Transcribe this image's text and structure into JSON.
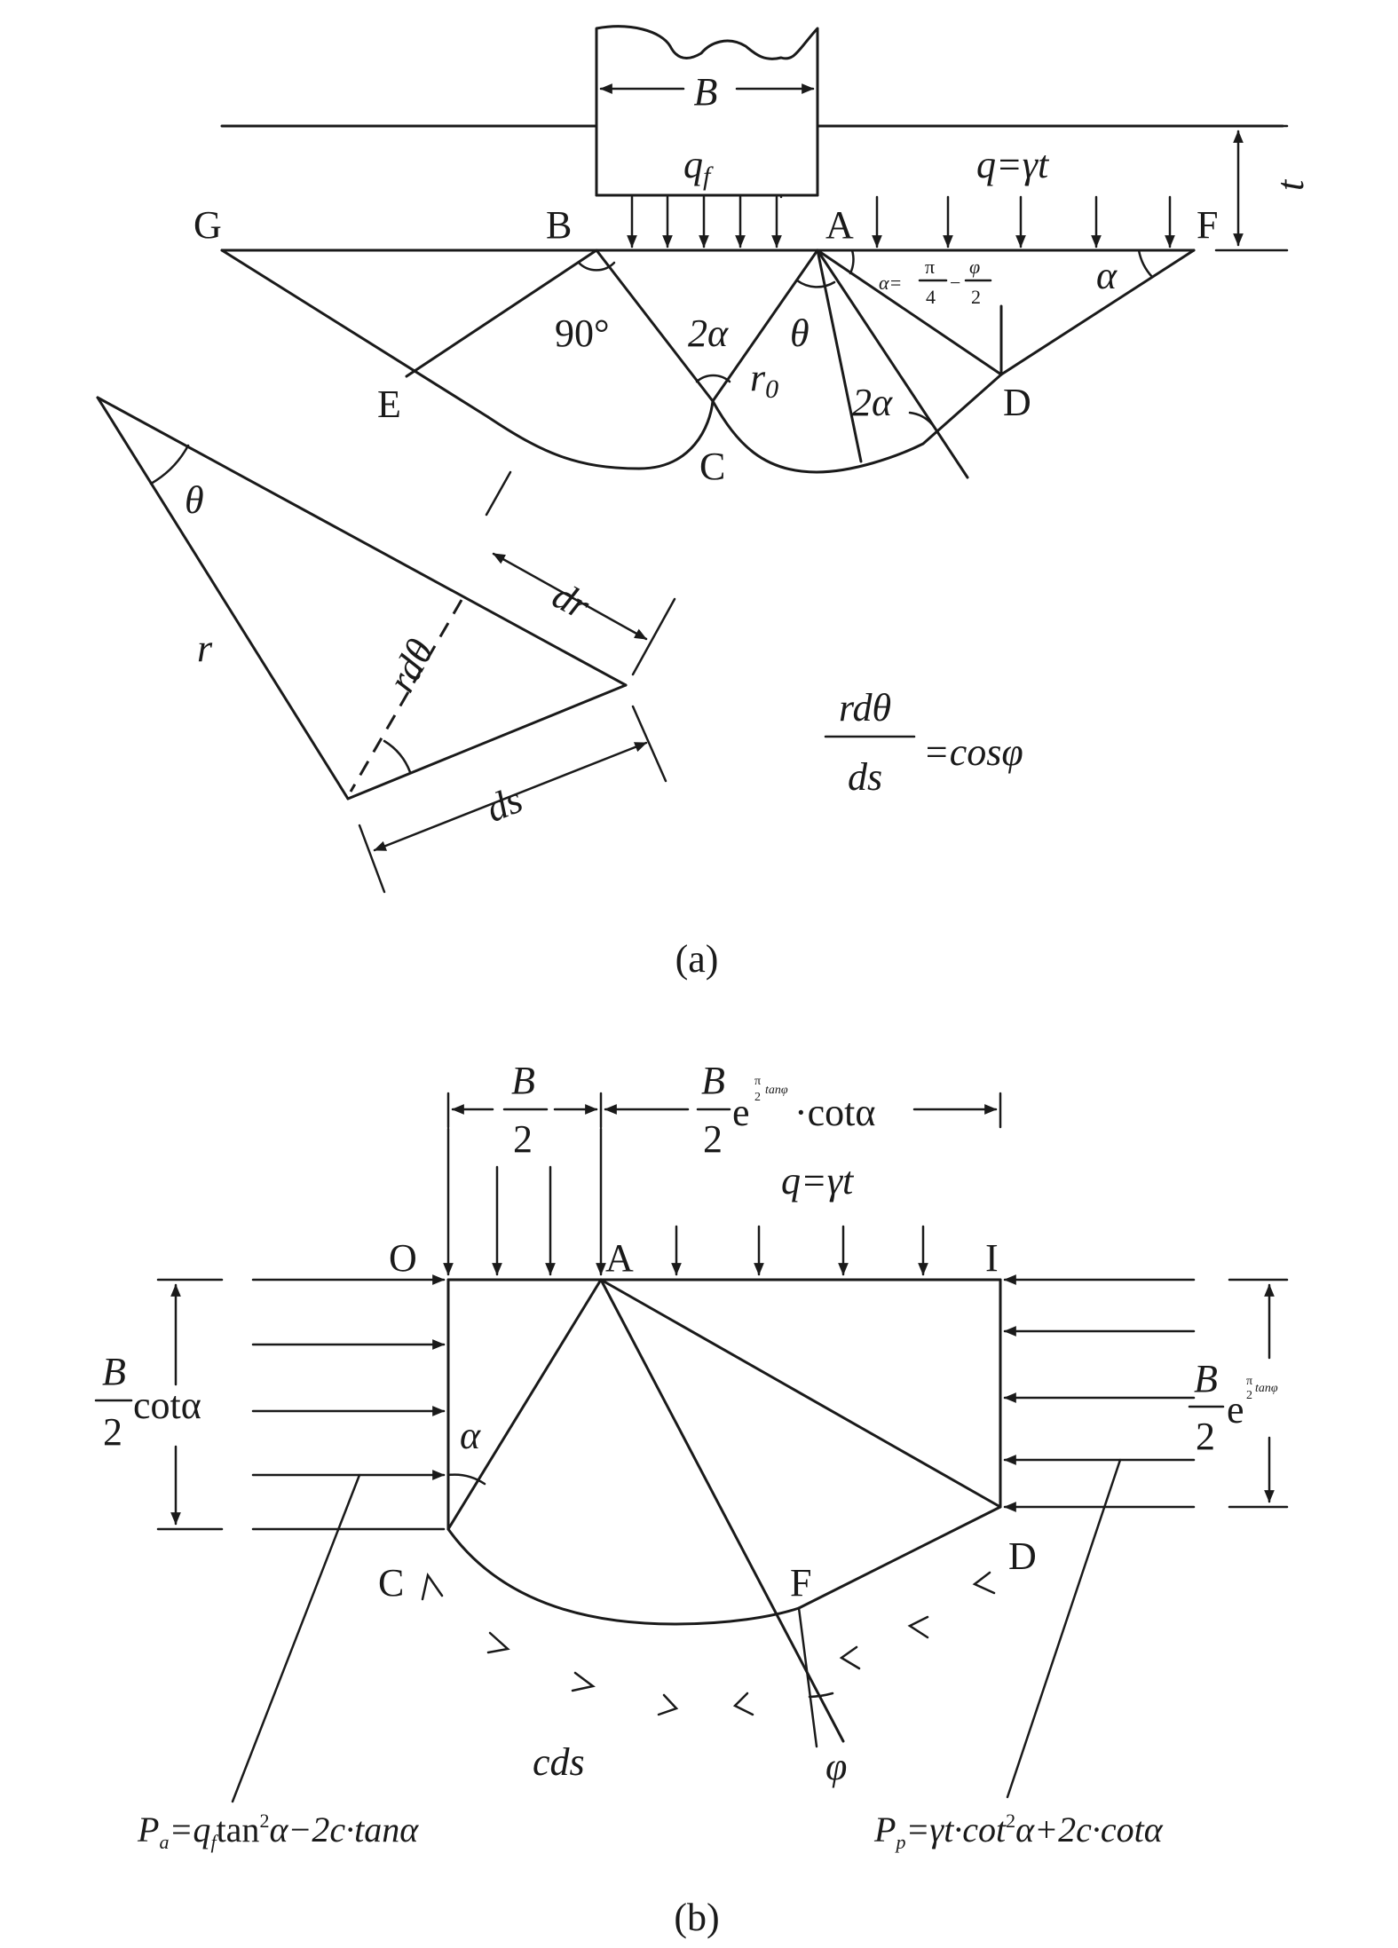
{
  "figure_a": {
    "label_B": "B",
    "label_t": "t",
    "label_qf_main": "q",
    "label_qf_sub": "f",
    "label_q": "q=γt",
    "points": {
      "G": "G",
      "B": "B",
      "A": "A",
      "F": "F",
      "E": "E",
      "C": "C",
      "D": "D"
    },
    "angle_90": "90°",
    "angle_2alpha": "2α",
    "angle_theta": "θ",
    "angle_alpha": "α",
    "r0_main": "r",
    "r0_sub": "0",
    "alpha_def_prefix": "α=",
    "alpha_def_pi": "π",
    "alpha_def_four": "4",
    "alpha_def_minus": "−",
    "alpha_def_phi": "φ",
    "alpha_def_two": "2",
    "element": {
      "theta": "θ",
      "r": "r",
      "rdtheta": "rdθ",
      "dr": "dr",
      "ds": "ds"
    },
    "formula_num": "rdθ",
    "formula_den": "ds",
    "formula_rhs": "=cosφ",
    "caption": "(a)"
  },
  "figure_b": {
    "dim_top_left_num": "B",
    "dim_top_left_den": "2",
    "dim_top_right_num": "B",
    "dim_top_right_den": "2",
    "dim_top_right_e": "e",
    "dim_top_right_exp_pi": "π",
    "dim_top_right_exp_two": "2",
    "dim_top_right_exp_tan": "tanφ",
    "dim_top_right_rest": "·cotα",
    "label_q": "q=γt",
    "points": {
      "O": "O",
      "A": "A",
      "I": "I",
      "C": "C",
      "F": "F",
      "D": "D"
    },
    "dim_left_num": "B",
    "dim_left_den": "2",
    "dim_left_rest": "cotα",
    "dim_right_num": "B",
    "dim_right_den": "2",
    "dim_right_e": "e",
    "dim_right_exp_pi": "π",
    "dim_right_exp_two": "2",
    "dim_right_exp_tan": "tanφ",
    "angle_alpha": "α",
    "angle_phi": "φ",
    "label_cds": "cds",
    "pa_P": "P",
    "pa_sub": "a",
    "pa_eq": "=q",
    "pa_qsub": "f",
    "pa_tan": "tan",
    "pa_sq": "2",
    "pa_rest": "α−2c·tanα",
    "pp_P": "P",
    "pp_sub": "p",
    "pp_eq": "=γt·cot",
    "pp_sq": "2",
    "pp_rest": "α+2c·cotα",
    "caption": "(b)"
  }
}
